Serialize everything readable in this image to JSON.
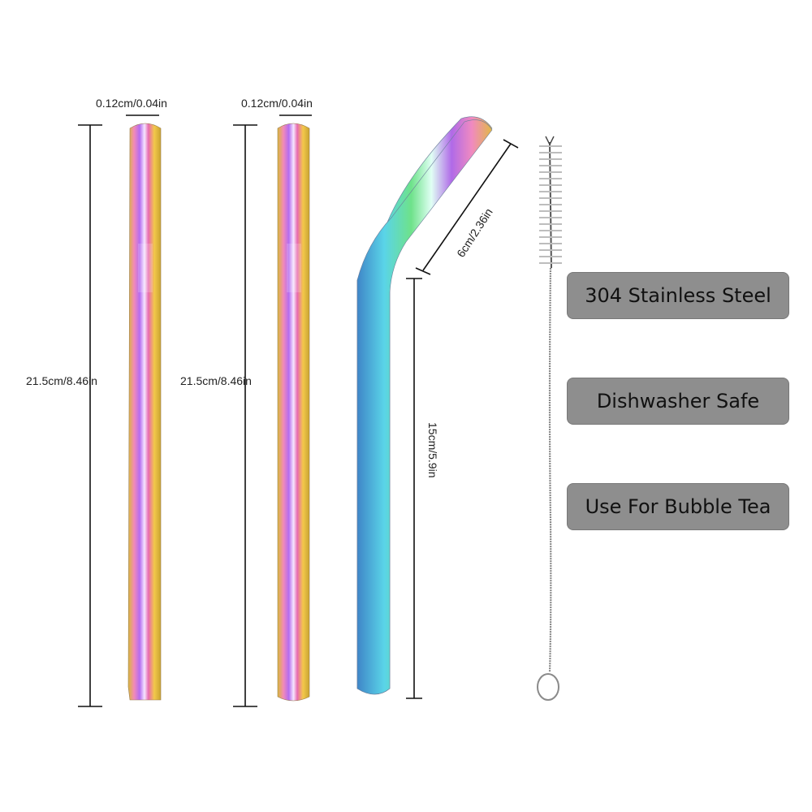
{
  "dimensions": {
    "straw1_diameter": "0.12cm/0.04in",
    "straw1_length": "21.5cm/8.46in",
    "straw2_diameter": "0.12cm/0.04in",
    "straw2_length": "21.5cm/8.46in",
    "bent_top_length": "6cm/2.36in",
    "bent_lower_length": "15cm/5.9in"
  },
  "features": [
    "304 Stainless Steel",
    "Dishwasher Safe",
    "Use For Bubble Tea"
  ],
  "colors": {
    "badge_background": "#8e8e8e",
    "dimension_line": "#111111",
    "rainbow": [
      "#e0c23a",
      "#f07ab4",
      "#a45ee8",
      "#4fd0e0",
      "#60d870",
      "#e8b030"
    ]
  }
}
